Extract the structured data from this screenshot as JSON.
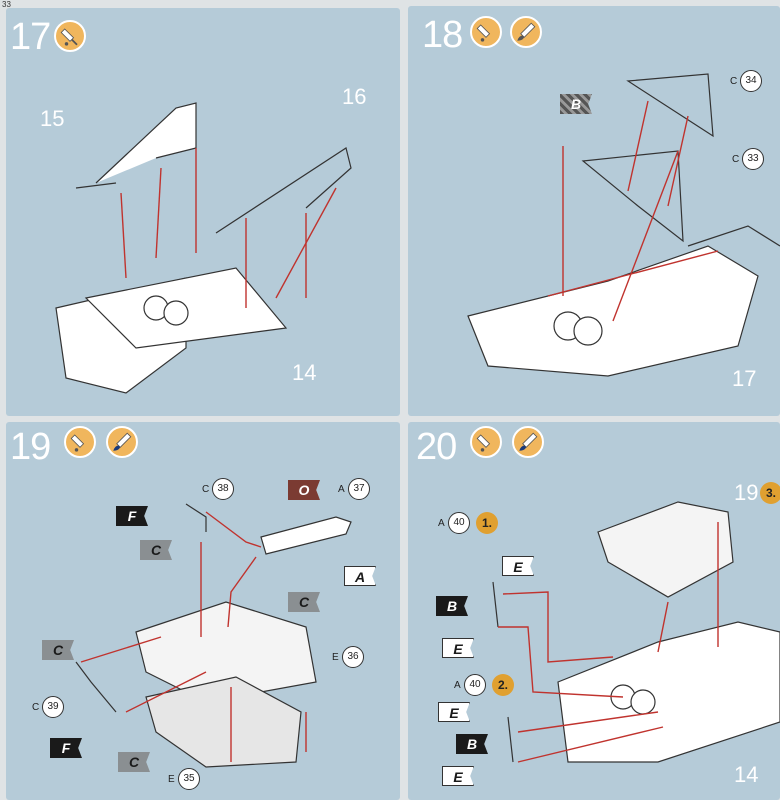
{
  "page_number": "33",
  "steps": {
    "s17": {
      "number": "17",
      "labels": {
        "l15": "15",
        "l16": "16",
        "l14": "14"
      }
    },
    "s18": {
      "number": "18",
      "labels": {
        "l17": "17"
      },
      "callouts": {
        "c34": {
          "sprue": "C",
          "part": "34"
        },
        "c33": {
          "sprue": "C",
          "part": "33"
        }
      },
      "flags": {
        "b": "B"
      }
    },
    "s19": {
      "number": "19",
      "callouts": {
        "c38": {
          "sprue": "C",
          "part": "38"
        },
        "a37": {
          "sprue": "A",
          "part": "37"
        },
        "e36": {
          "sprue": "E",
          "part": "36"
        },
        "c39": {
          "sprue": "C",
          "part": "39"
        },
        "e35": {
          "sprue": "E",
          "part": "35"
        }
      },
      "flags": {
        "f1": "F",
        "c1": "C",
        "o": "O",
        "a": "A",
        "c2": "C",
        "c3": "C",
        "f2": "F",
        "c4": "C"
      }
    },
    "s20": {
      "number": "20",
      "labels": {
        "l19": "19",
        "l14": "14",
        "l3": "3."
      },
      "callouts": {
        "a40a": {
          "sprue": "A",
          "part": "40"
        },
        "a40b": {
          "sprue": "A",
          "part": "40"
        }
      },
      "seq": {
        "one": "1.",
        "two": "2."
      },
      "flags": {
        "e1": "E",
        "b1": "B",
        "e2": "E",
        "e3": "E",
        "b2": "B",
        "e4": "E"
      }
    }
  },
  "icons": {
    "glue": "glue-tube-icon",
    "paint": "paintbrush-icon"
  },
  "colors": {
    "panel_bg": "#b5cbd8",
    "arrow": "#c0332e",
    "icon_disc": "#f0b65d"
  }
}
